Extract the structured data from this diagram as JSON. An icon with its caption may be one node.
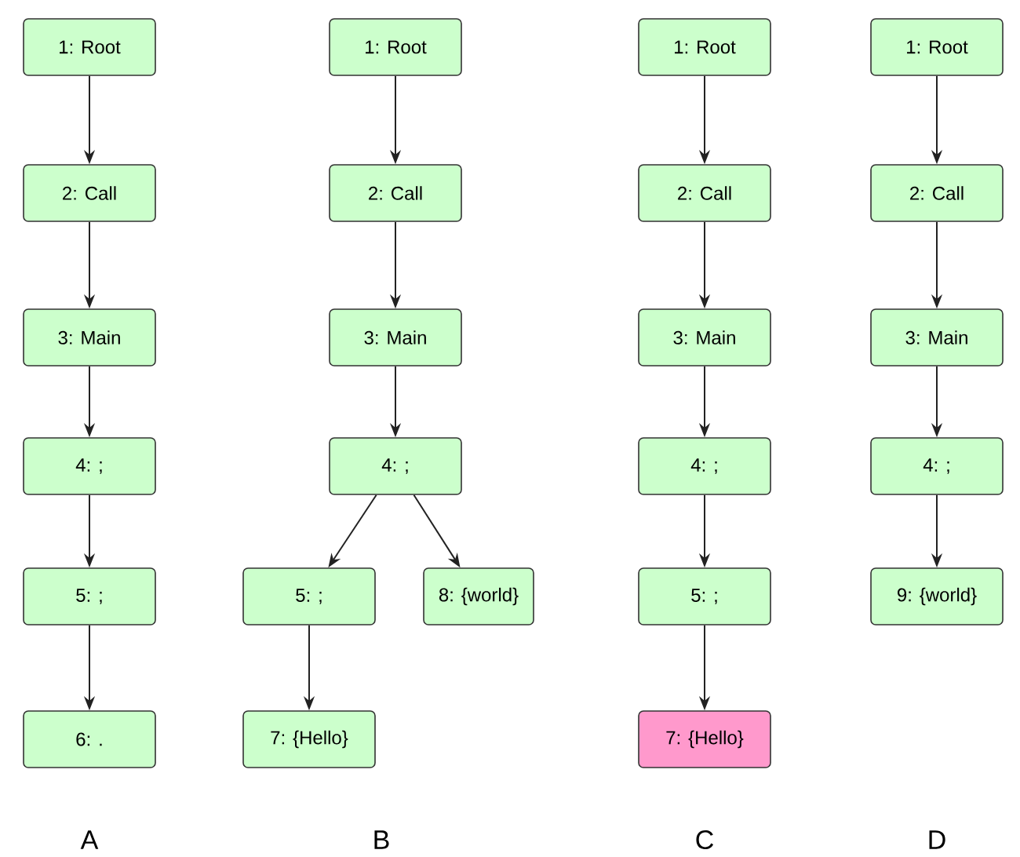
{
  "diagram": {
    "nodes": [
      {
        "text": [
          "1: Root"
        ]
      },
      {
        "text": [
          "2: Call"
        ]
      },
      {
        "text": [
          "3: Main"
        ]
      },
      {
        "text": [
          "4: ;"
        ]
      },
      {
        "text": [
          "5: ;"
        ]
      },
      {
        "text": [
          "6: ."
        ]
      },
      {
        "text": [
          "1: Root"
        ]
      },
      {
        "text": [
          "2: Call"
        ]
      },
      {
        "text": [
          "3: Main"
        ]
      },
      {
        "text": [
          "4: ;"
        ]
      },
      {
        "text": [
          "5: ;"
        ]
      },
      {
        "text": [
          "8: {world}"
        ]
      },
      {
        "text": [
          "7: {Hello}"
        ]
      },
      {
        "text": [
          "1: Root"
        ]
      },
      {
        "text": [
          "2: Call"
        ]
      },
      {
        "text": [
          "3: Main"
        ]
      },
      {
        "text": [
          "4: ;"
        ]
      },
      {
        "text": [
          "5: ;"
        ]
      },
      {
        "text": [
          "7: {Hello}"
        ]
      },
      {
        "text": [
          "1: Root"
        ]
      },
      {
        "text": [
          "2: Call"
        ]
      },
      {
        "text": [
          "3: Main"
        ]
      },
      {
        "text": [
          "4: ;"
        ]
      },
      {
        "text": [
          "9: {world}"
        ]
      }
    ],
    "edges": [
      {
        "from": 0,
        "to": 1,
        "arrow": "to"
      },
      {
        "from": 1,
        "to": 2,
        "arrow": "to"
      },
      {
        "from": 2,
        "to": 3,
        "arrow": "to"
      },
      {
        "from": 3,
        "to": 4,
        "arrow": "to"
      },
      {
        "from": 4,
        "to": 5,
        "arrow": "to"
      },
      {
        "from": 6,
        "to": 7,
        "arrow": "to"
      },
      {
        "from": 7,
        "to": 8,
        "arrow": "to"
      },
      {
        "from": 8,
        "to": 9,
        "arrow": "to"
      },
      {
        "from": 9,
        "to": 10,
        "arrow": "to"
      },
      {
        "from": 9,
        "to": 11,
        "arrow": "to"
      },
      {
        "from": 10,
        "to": 12,
        "arrow": "to"
      },
      {
        "from": 13,
        "to": 14,
        "arrow": "to"
      },
      {
        "from": 14,
        "to": 15,
        "arrow": "to"
      },
      {
        "from": 15,
        "to": 16,
        "arrow": "to"
      },
      {
        "from": 16,
        "to": 17,
        "arrow": "to"
      },
      {
        "from": 17,
        "to": 18,
        "arrow": "to"
      },
      {
        "from": 19,
        "to": 20,
        "arrow": "to"
      },
      {
        "from": 20,
        "to": 21,
        "arrow": "to"
      },
      {
        "from": 21,
        "to": 22,
        "arrow": "to"
      },
      {
        "from": 22,
        "to": 23,
        "arrow": "to"
      }
    ],
    "labels": [
      "A",
      "B",
      "C",
      "D"
    ]
  }
}
